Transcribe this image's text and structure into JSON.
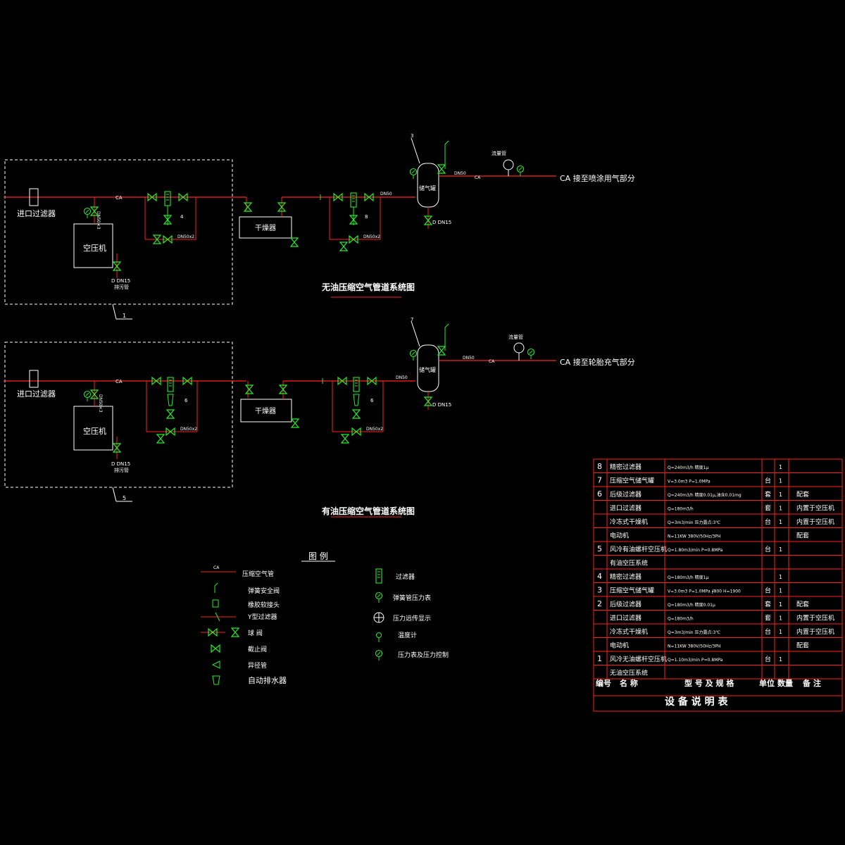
{
  "colors": {
    "pipe": "#ff2020",
    "equipment": "#ffffff",
    "valve": "#22ee22",
    "frame": "#ffffff",
    "background": "#000000"
  },
  "system1": {
    "title": "无油压缩空气管道系统图",
    "inlet_filter": "进口过滤器",
    "compressor": "空压机",
    "dryer": "干燥器",
    "tank": "储气罐",
    "pipe_code": "CA",
    "drain": "D  DN15",
    "drain_pipe": "排污管",
    "outlet_label": "CA 接至喷涂用气部分",
    "gauge_label": "流量管",
    "tag_frame": "1",
    "tag_filter_a": "4",
    "tag_filter_b": "8",
    "tag_tank": "3",
    "pipe_size": "DN50",
    "pipe_size_b": "DN50x2",
    "drain_tank": "D  DN15",
    "cross_mark": "DN50×3"
  },
  "system2": {
    "title": "有油压缩空气管道系统图",
    "inlet_filter": "进口过滤器",
    "compressor": "空压机",
    "dryer": "干燥器",
    "tank": "储气罐",
    "pipe_code": "CA",
    "drain": "D  DN15",
    "drain_pipe": "排污管",
    "outlet_label": "CA 接至轮胎充气部分",
    "gauge_label": "流量管",
    "tag_frame": "5",
    "tag_filter_a": "6",
    "tag_filter_b": "6",
    "tag_tank": "7",
    "pipe_size": "DN50",
    "pipe_size_b": "DN50x2",
    "drain_tank": "D  DN15",
    "cross_mark": "DN50×3"
  },
  "legend": {
    "title": "图  例",
    "items_left": [
      {
        "symbol": "CA",
        "label": "压缩空气管"
      },
      {
        "symbol": "safety-valve",
        "label": "弹簧安全阀"
      },
      {
        "symbol": "joint",
        "label": "橡胶软接头"
      },
      {
        "symbol": "y-filter",
        "label": "Y型过滤器"
      },
      {
        "symbol": "ball-valve",
        "label": "球  阀"
      },
      {
        "symbol": "stop-valve",
        "label": "截止阀"
      },
      {
        "symbol": "reducer",
        "label": "异径管"
      },
      {
        "symbol": "auto-drain",
        "label": "自动排水器"
      }
    ],
    "items_right": [
      {
        "symbol": "filter",
        "label": "过滤器"
      },
      {
        "symbol": "spring-gauge",
        "label": "弹簧管压力表"
      },
      {
        "symbol": "remote-gauge",
        "label": "压力远传显示"
      },
      {
        "symbol": "thermometer",
        "label": "温度计"
      },
      {
        "symbol": "pressure-switch",
        "label": "压力表及压力控制"
      }
    ]
  },
  "table": {
    "title": "设  备  说  明  表",
    "headers": [
      "编号",
      "名    称",
      "型 号 及 规 格",
      "单位",
      "数量",
      "备  注"
    ],
    "rows": [
      {
        "no": "8",
        "name": "精密过滤器",
        "spec": "Q=240m3/h      精度1μ",
        "unit": "",
        "qty": "1",
        "note": ""
      },
      {
        "no": "7",
        "name": "压缩空气储气罐",
        "spec": "V=3.0m3  P=1.0MPa",
        "unit": "台",
        "qty": "1",
        "note": ""
      },
      {
        "no": "6",
        "name": "后级过滤器",
        "spec": "Q=240m3/h      精度0.01μ,油含0.01mg",
        "unit": "套",
        "qty": "1",
        "note": "配套"
      },
      {
        "no": "",
        "name": "进口过滤器",
        "spec": "Q=180m3/h",
        "unit": "套",
        "qty": "1",
        "note": "内置于空压机"
      },
      {
        "no": "",
        "name": "冷冻式干燥机",
        "spec": "Q=3m3/min   压力露点:3℃",
        "unit": "台",
        "qty": "1",
        "note": "内置于空压机"
      },
      {
        "no": "",
        "name": "电动机",
        "spec": "N=11KW         380V/50Hz/3PH",
        "unit": "",
        "qty": "",
        "note": "配套"
      },
      {
        "no": "5",
        "name": "风冷有油螺杆空压机",
        "spec": "Q=1.80m3/min       P=0.8MPa",
        "unit": "台",
        "qty": "1",
        "note": ""
      },
      {
        "no": "",
        "name": "有油空压系统",
        "spec": "",
        "unit": "",
        "qty": "",
        "note": ""
      },
      {
        "no": "4",
        "name": "精密过滤器",
        "spec": "Q=180m3/h      精度1μ",
        "unit": "",
        "qty": "1",
        "note": ""
      },
      {
        "no": "3",
        "name": "压缩空气储气罐",
        "spec": "V=3.0m3 P=1.0MPa    ∮800 H=1900",
        "unit": "台",
        "qty": "1",
        "note": ""
      },
      {
        "no": "2",
        "name": "后级过滤器",
        "spec": "Q=180m3/h      精度0.01μ",
        "unit": "套",
        "qty": "1",
        "note": "配套"
      },
      {
        "no": "",
        "name": "进口过滤器",
        "spec": "Q=180m3/h",
        "unit": "套",
        "qty": "1",
        "note": "内置于空压机"
      },
      {
        "no": "",
        "name": "冷冻式干燥机",
        "spec": "Q=3m3/min   压力露点:3℃",
        "unit": "台",
        "qty": "1",
        "note": "内置于空压机"
      },
      {
        "no": "",
        "name": "电动机",
        "spec": "N=11KW         380V/50Hz/3PH",
        "unit": "",
        "qty": "",
        "note": "配套"
      },
      {
        "no": "1",
        "name": "风冷无油螺杆空压机",
        "spec": "Q=1.10m3/min       P=0.8MPa",
        "unit": "台",
        "qty": "1",
        "note": ""
      },
      {
        "no": "",
        "name": "无油空压系统",
        "spec": "",
        "unit": "",
        "qty": "",
        "note": ""
      }
    ]
  }
}
